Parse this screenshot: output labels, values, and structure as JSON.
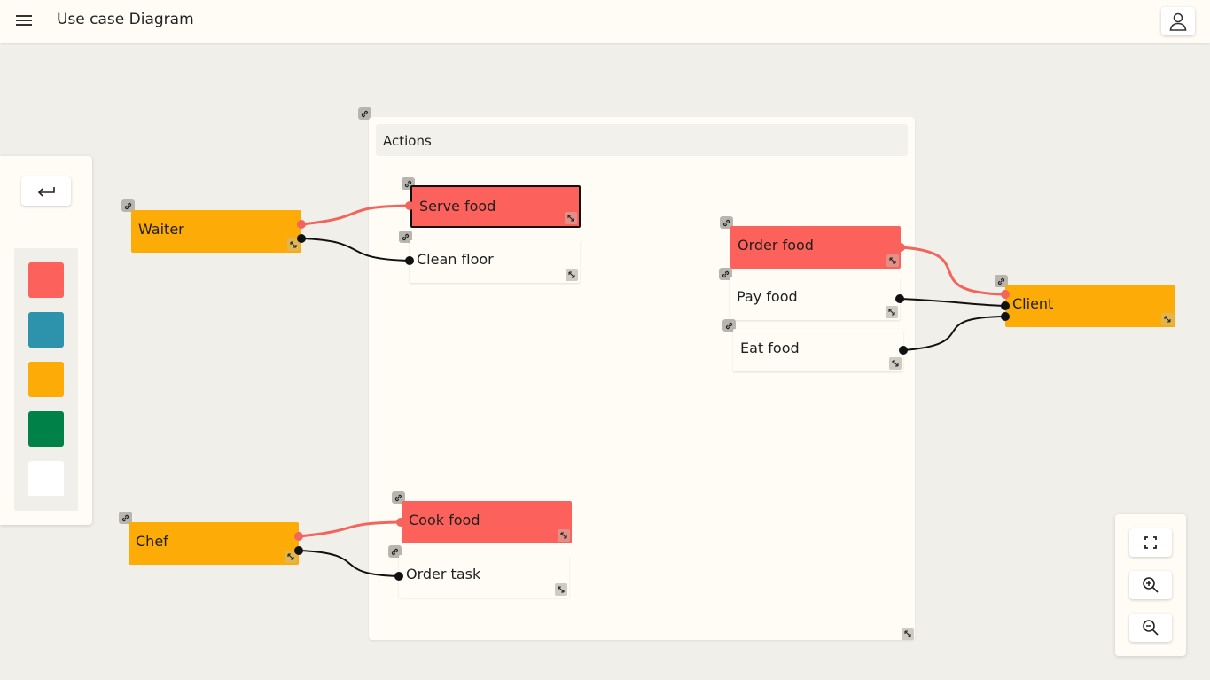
{
  "app": {
    "title": "Use case Diagram"
  },
  "icons": {
    "menu": "hamburger-menu-icon",
    "user": "user-icon",
    "back": "return-arrow-icon",
    "link": "link-icon",
    "resize": "resize-icon",
    "fit": "fullscreen-icon",
    "zoom_in": "zoom-in-icon",
    "zoom_out": "zoom-out-icon"
  },
  "palette": {
    "colors": [
      "#fc625b",
      "#2d93ad",
      "#fdab07",
      "#008148",
      "#ffffff"
    ]
  },
  "diagram": {
    "group": {
      "label": "Actions"
    },
    "nodes": {
      "waiter": "Waiter",
      "chef": "Chef",
      "client": "Client",
      "serve_food": "Serve food",
      "clean_floor": "Clean floor",
      "order_food": "Order food",
      "pay_food": "Pay food",
      "eat_food": "Eat food",
      "cook_food": "Cook food",
      "order_task": "Order task"
    },
    "edge_colors": {
      "red": "#f2645c",
      "black": "#111111"
    }
  }
}
